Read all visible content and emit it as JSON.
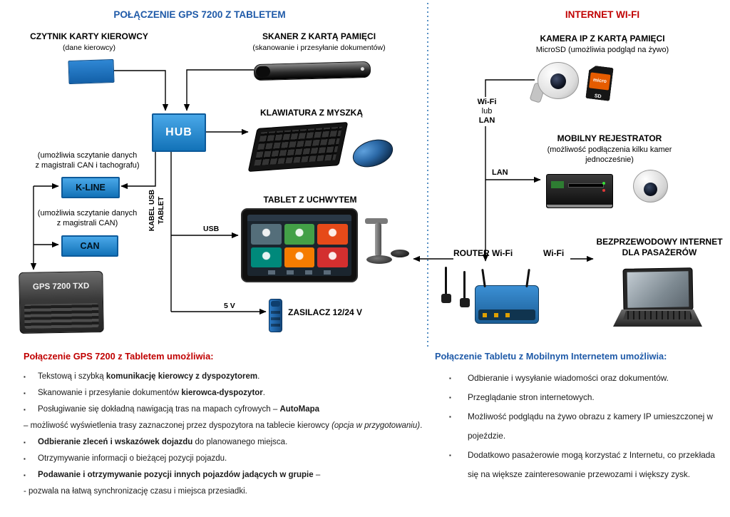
{
  "left": {
    "title": "POŁĄCZENIE GPS 7200 Z TABLETEM",
    "czytnik_title": "CZYTNIK KARTY KIEROWCY",
    "czytnik_sub": "(dane kierowcy)",
    "skaner_title": "SKANER Z KARTĄ PAMIĘCI",
    "skaner_sub": "(skanowanie i przesyłanie dokumentów)",
    "hub": "HUB",
    "hub_note": "(umożliwia sczytanie danych\nz magistrali CAN i tachografu)",
    "kline": "K-LINE",
    "kline_note": "(umożliwia sczytanie danych\nz magistrali CAN)",
    "can": "CAN",
    "gps": "GPS 7200 TXD",
    "klawiatura_title": "KLAWIATURA Z MYSZKĄ",
    "tablet_title": "TABLET Z UCHWYTEM",
    "kabel_line1": "KABEL USB",
    "kabel_line2": "TABLET",
    "usb": "USB",
    "v5": "5 V",
    "zasilacz": "ZASILACZ 12/24 V"
  },
  "right": {
    "title": "INTERNET WI-FI",
    "kamera_title": "KAMERA IP Z KARTĄ PAMIĘCI",
    "kamera_sub": "MicroSD (umożliwia podgląd na żywo)",
    "wifi_opt1": "Wi-Fi",
    "wifi_opt2": "lub",
    "wifi_opt3": "LAN",
    "rejestrator_title": "MOBILNY REJESTRATOR",
    "rejestrator_sub": "(możliwość podłączenia kilku kamer\njednocześnie)",
    "lan": "LAN",
    "router": "ROUTER Wi-Fi",
    "wifi": "Wi-Fi",
    "laptop_title": "BEZPRZEWODOWY INTERNET\nDLA PASAŻERÓW",
    "microsd": "micro SD"
  },
  "bottom_left": {
    "heading": "Połączenie GPS 7200 z Tabletem umożliwia:",
    "items": [
      {
        "bullet": true,
        "segments": [
          {
            "t": "Tekstową i szybką "
          },
          {
            "t": "komunikację kierowcy z dyspozytorem",
            "b": true
          },
          {
            "t": "."
          }
        ]
      },
      {
        "bullet": true,
        "segments": [
          {
            "t": "Skanowanie i przesyłanie dokumentów "
          },
          {
            "t": "kierowca-dyspozytor",
            "b": true
          },
          {
            "t": "."
          }
        ]
      },
      {
        "bullet": true,
        "segments": [
          {
            "t": "Posługiwanie się dokładną nawigacją tras na mapach cyfrowych – "
          },
          {
            "t": "AutoMapa",
            "b": true
          }
        ]
      },
      {
        "bullet": false,
        "segments": [
          {
            "t": "– możliwość wyświetlenia trasy zaznaczonej przez dyspozytora na tablecie kierowcy "
          },
          {
            "t": "(opcja w przygotowaniu)",
            "i": true
          },
          {
            "t": "."
          }
        ]
      },
      {
        "bullet": true,
        "segments": [
          {
            "t": "Odbieranie zleceń i wskazówek dojazdu",
            "b": true
          },
          {
            "t": " do planowanego miejsca."
          }
        ]
      },
      {
        "bullet": true,
        "segments": [
          {
            "t": "Otrzymywanie informacji o bieżącej pozycji pojazdu."
          }
        ]
      },
      {
        "bullet": true,
        "segments": [
          {
            "t": "Podawanie i otrzymywanie pozycji innych pojazdów jadących w grupie",
            "b": true
          },
          {
            "t": " –"
          }
        ]
      },
      {
        "bullet": false,
        "segments": [
          {
            "t": "- pozwala na łatwą synchronizację czasu i miejsca przesiadki."
          }
        ]
      }
    ]
  },
  "bottom_right": {
    "heading": "Połączenie Tabletu z Mobilnym Internetem umożliwia:",
    "items": [
      {
        "bullet": true,
        "segments": [
          {
            "t": "Odbieranie i wysyłanie wiadomości oraz dokumentów."
          }
        ]
      },
      {
        "bullet": true,
        "segments": [
          {
            "t": "Przeglądanie stron internetowych."
          }
        ]
      },
      {
        "bullet": true,
        "segments": [
          {
            "t": "Możliwość podglądu na żywo obrazu z kamery IP umieszczonej w pojeździe."
          }
        ]
      },
      {
        "bullet": true,
        "segments": [
          {
            "t": "Dodatkowo pasażerowie mogą korzystać z Internetu, co przekłada się na większe zainteresowanie przewozami i większy zysk."
          }
        ]
      }
    ]
  }
}
